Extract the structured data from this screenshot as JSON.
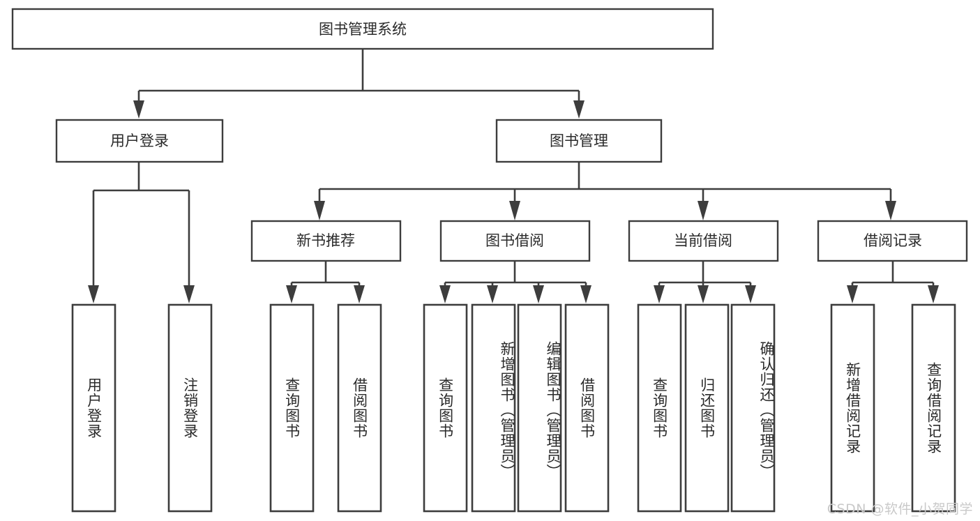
{
  "diagram": {
    "type": "tree",
    "title": "图书管理系统",
    "root": {
      "id": "root",
      "label": "图书管理系统"
    },
    "level1": [
      {
        "id": "user-login",
        "label": "用户登录"
      },
      {
        "id": "book-manage",
        "label": "图书管理"
      }
    ],
    "level2": [
      {
        "id": "new-book-recommend",
        "label": "新书推荐",
        "parent": "book-manage"
      },
      {
        "id": "book-borrow",
        "label": "图书借阅",
        "parent": "book-manage"
      },
      {
        "id": "current-borrow",
        "label": "当前借阅",
        "parent": "book-manage"
      },
      {
        "id": "borrow-record",
        "label": "借阅记录",
        "parent": "book-manage"
      }
    ],
    "leaves": [
      {
        "id": "leaf-user-login",
        "label": "用户登录",
        "parent": "user-login"
      },
      {
        "id": "leaf-logout",
        "label": "注销登录",
        "parent": "user-login"
      },
      {
        "id": "leaf-query-book-1",
        "label": "查询图书",
        "parent": "new-book-recommend"
      },
      {
        "id": "leaf-borrow-book-1",
        "label": "借阅图书",
        "parent": "new-book-recommend"
      },
      {
        "id": "leaf-query-book-2",
        "label": "查询图书",
        "parent": "book-borrow"
      },
      {
        "id": "leaf-add-book",
        "label": "新增图书（管理员）",
        "parent": "book-borrow"
      },
      {
        "id": "leaf-edit-book",
        "label": "编辑图书（管理员）",
        "parent": "book-borrow"
      },
      {
        "id": "leaf-borrow-book-2",
        "label": "借阅图书",
        "parent": "book-borrow"
      },
      {
        "id": "leaf-query-book-3",
        "label": "查询图书",
        "parent": "current-borrow"
      },
      {
        "id": "leaf-return-book",
        "label": "归还图书",
        "parent": "current-borrow"
      },
      {
        "id": "leaf-confirm-return",
        "label": "确认归还（管理员）",
        "parent": "current-borrow"
      },
      {
        "id": "leaf-add-record",
        "label": "新增借阅记录",
        "parent": "borrow-record"
      },
      {
        "id": "leaf-query-record",
        "label": "查询借阅记录",
        "parent": "borrow-record"
      }
    ],
    "colors": {
      "stroke": "#3d3d3d",
      "fill": "#ffffff",
      "text": "#2a2a2a",
      "watermark": "#c9c9c9"
    }
  },
  "watermark": {
    "text": "CSDN @软件_小贺同学"
  }
}
